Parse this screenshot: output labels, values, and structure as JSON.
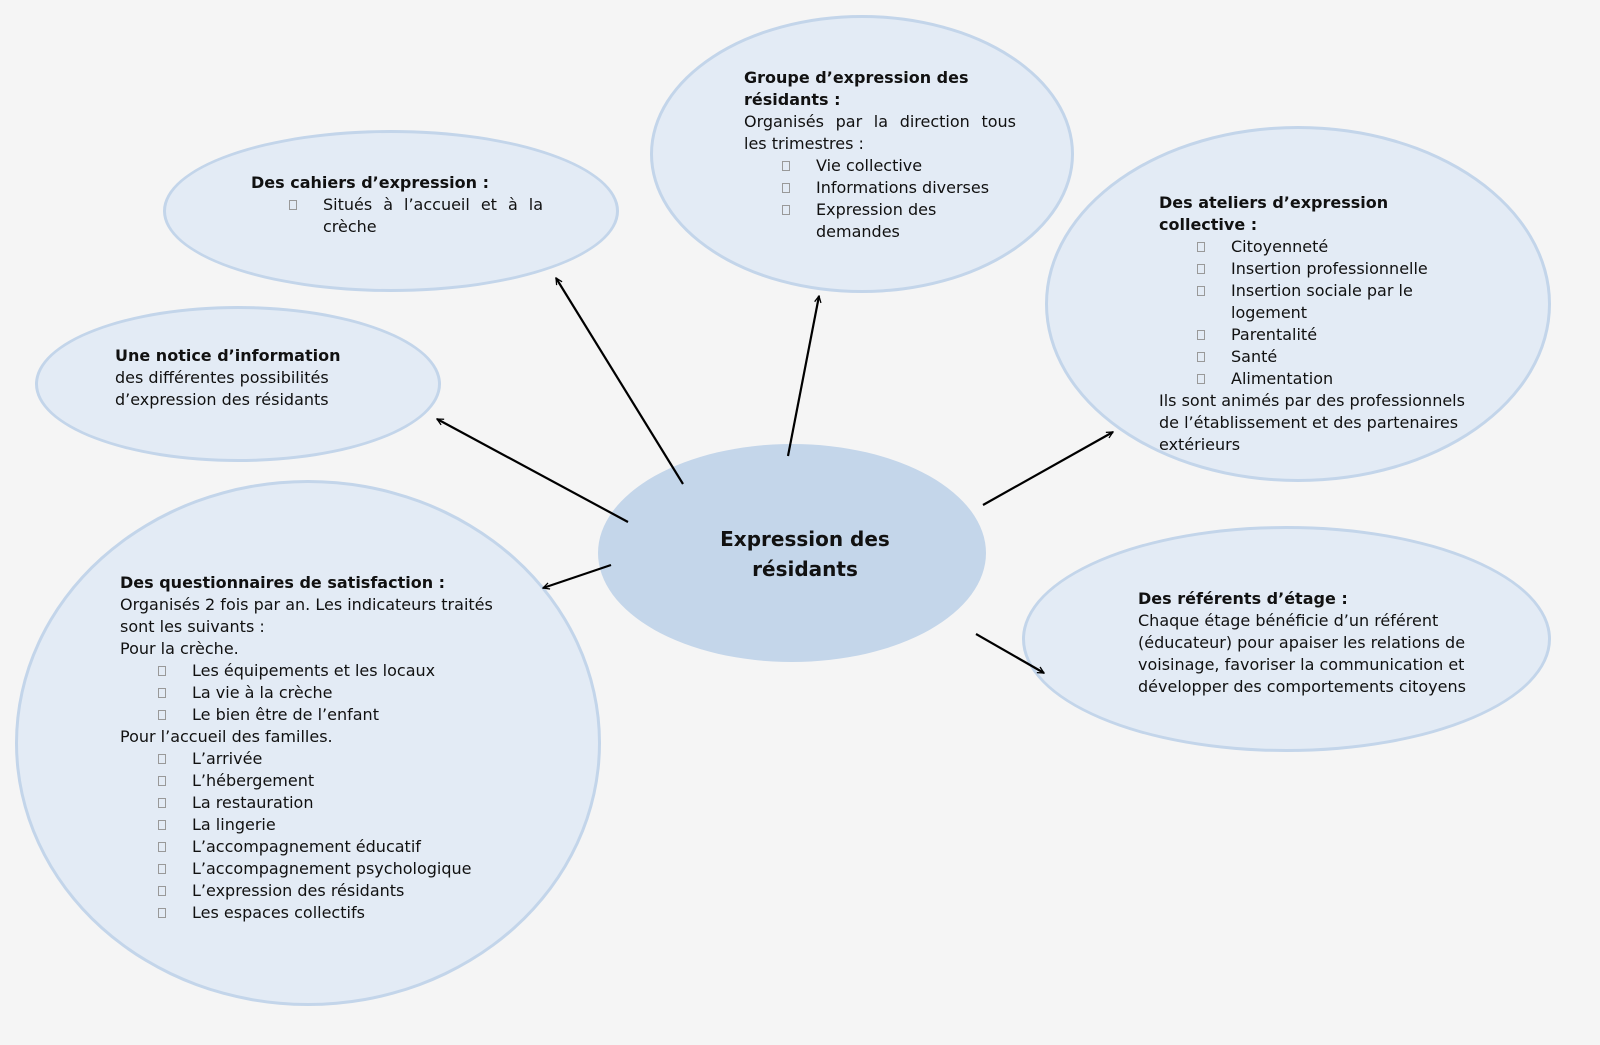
{
  "center": {
    "title": "Expression des résidants"
  },
  "nodes": {
    "cahiers": {
      "title": "Des cahiers d’expression :",
      "items": [
        "Situés à l’accueil et à la crèche"
      ]
    },
    "groupe": {
      "title": "Groupe d’expression des résidants :",
      "text": "Organisés par la direction tous les trimestres :",
      "items": [
        "Vie collective",
        "Informations diverses",
        "Expression des demandes"
      ]
    },
    "ateliers": {
      "title": "Des ateliers d’expression collective :",
      "items": [
        "Citoyenneté",
        "Insertion professionnelle",
        "Insertion sociale par le logement",
        "Parentalité",
        "Santé",
        "Alimentation"
      ],
      "footer": "Ils sont animés par des professionnels de l’établissement et des partenaires extérieurs"
    },
    "notice": {
      "title": "Une notice d’information",
      "text": "des différentes possibilités d’expression des résidants"
    },
    "questionnaires": {
      "title": "Des questionnaires de satisfaction :",
      "intro": "Organisés 2 fois par an. Les indicateurs traités sont les suivants :",
      "creche_label": "Pour la crèche.",
      "creche_items": [
        "Les équipements et les locaux",
        "La vie à la crèche",
        "Le bien être de l’enfant"
      ],
      "accueil_label": "Pour l’accueil des familles.",
      "accueil_items": [
        "L’arrivée",
        "L’hébergement",
        "La restauration",
        "La lingerie",
        "L’accompagnement éducatif",
        "L’accompagnement psychologique",
        "L’expression des résidants",
        "Les espaces collectifs"
      ]
    },
    "referents": {
      "title": "Des référents d’étage :",
      "text": "Chaque étage bénéficie d’un référent (éducateur) pour apaiser les relations de voisinage, favoriser la communication et développer des comportements citoyens"
    }
  },
  "colors": {
    "background": "#f5f5f5",
    "bubble_fill": "#e3ebf5",
    "bubble_border": "#c3d5ea",
    "center_fill": "#c4d6ea",
    "arrow": "#000000"
  }
}
